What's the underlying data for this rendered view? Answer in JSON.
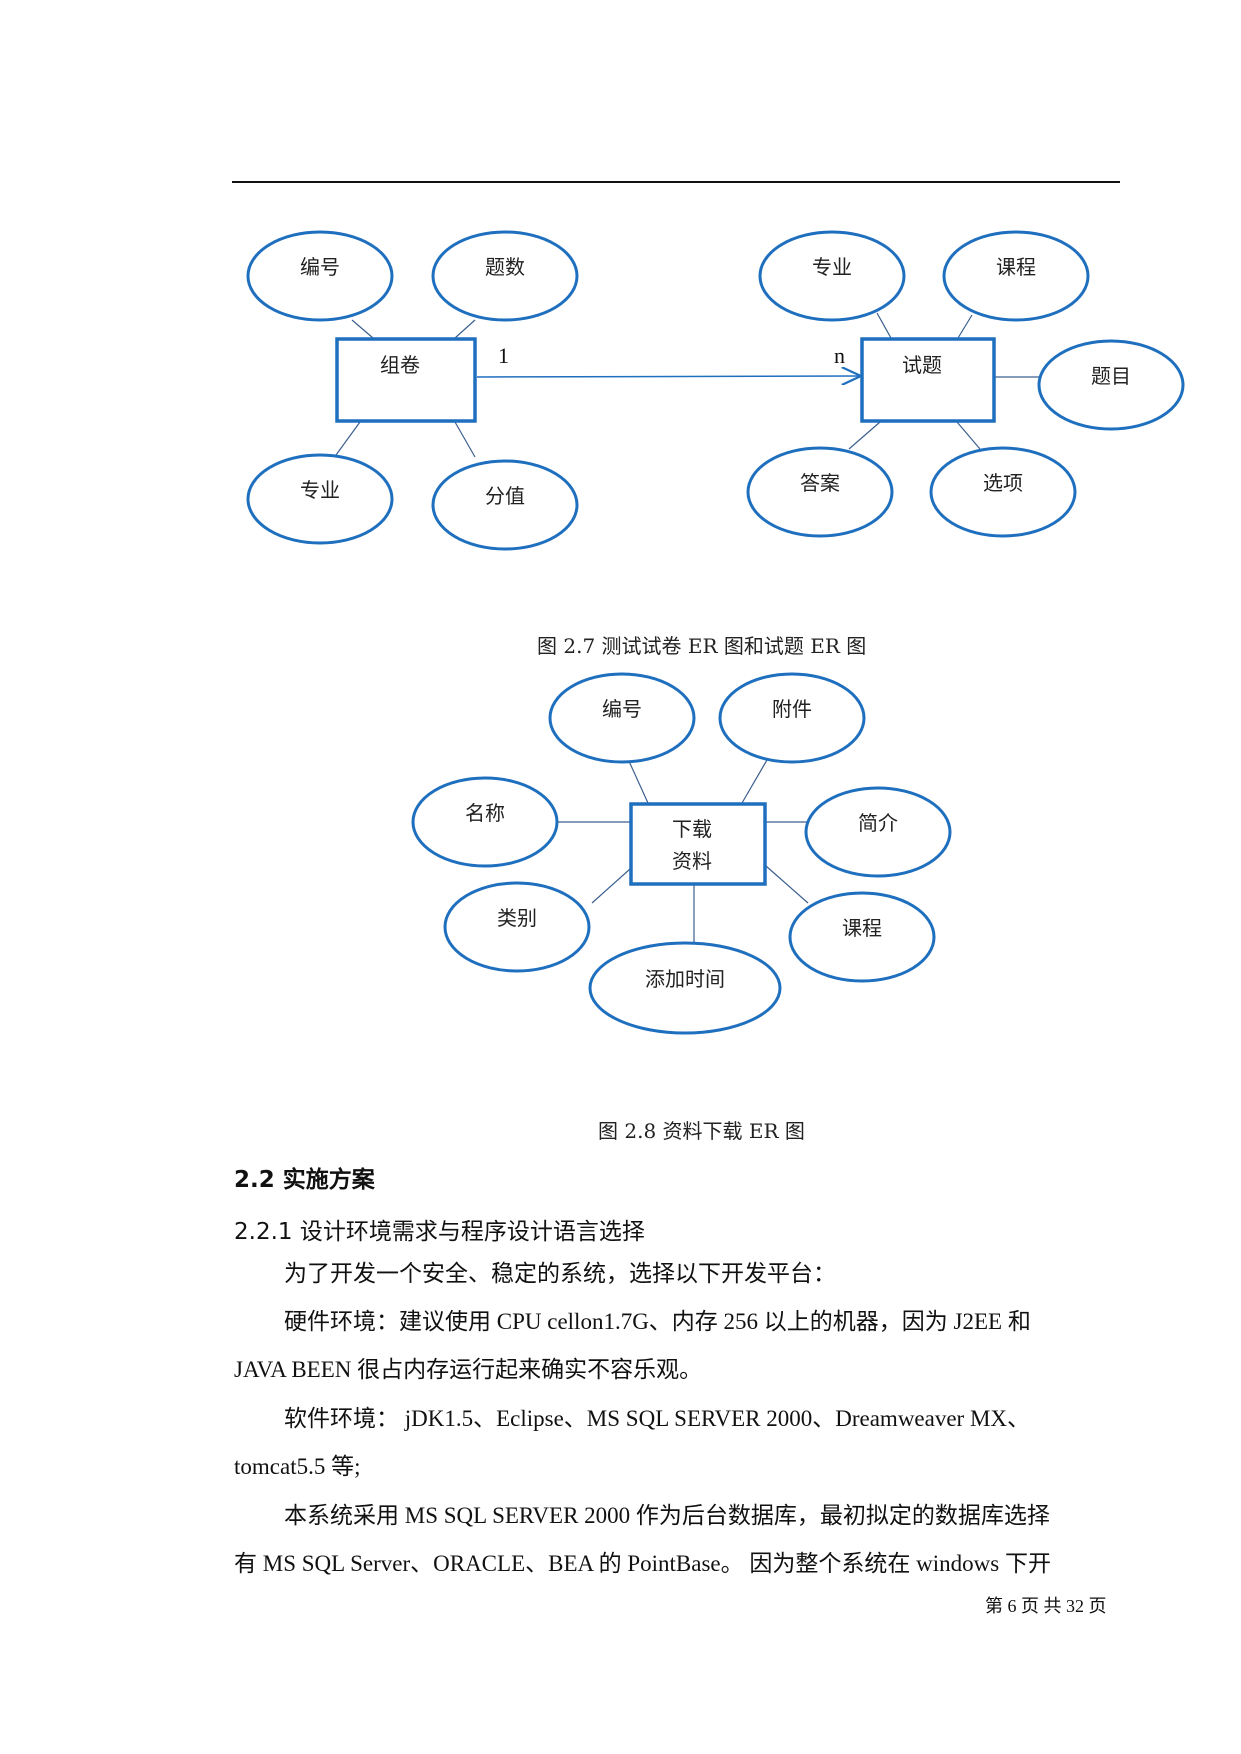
{
  "figure_1": {
    "caption": "图 2.7 测试试卷 ER 图和试题 ER 图",
    "entity_left": "组卷",
    "entity_right": "试题",
    "cardinality_left": "1",
    "cardinality_right": "n",
    "left_attributes": [
      "编号",
      "题数",
      "专业",
      "分值"
    ],
    "right_attributes": [
      "专业",
      "课程",
      "题目",
      "答案",
      "选项"
    ]
  },
  "figure_2": {
    "caption": "图 2.8 资料下载 ER 图",
    "entity_line1": "下载",
    "entity_line2": "资料",
    "attributes": [
      "编号",
      "附件",
      "名称",
      "简介",
      "类别",
      "课程",
      "添加时间"
    ]
  },
  "section": {
    "heading": "2.2  实施方案",
    "subheading": "2.2.1 设计环境需求与程序设计语言选择",
    "paragraphs": [
      "为了开发一个安全、稳定的系统，选择以下开发平台：",
      "硬件环境：建议使用 CPU cellon1.7G、内存 256 以上的机器，因为 J2EE 和",
      "JAVA BEEN 很占内存运行起来确实不容乐观。",
      "软件环境： jDK1.5、Eclipse、MS SQL SERVER 2000、Dreamweaver MX、",
      "tomcat5.5 等;",
      "本系统采用 MS SQL SERVER 2000 作为后台数据库，最初拟定的数据库选择",
      "有 MS SQL Server、ORACLE、BEA 的 PointBase。 因为整个系统在 windows 下开"
    ]
  },
  "footer": "第 6 页  共 32 页",
  "colors": {
    "diagram_stroke": "#1f6fbf",
    "link_line": "#3b5f8f"
  }
}
